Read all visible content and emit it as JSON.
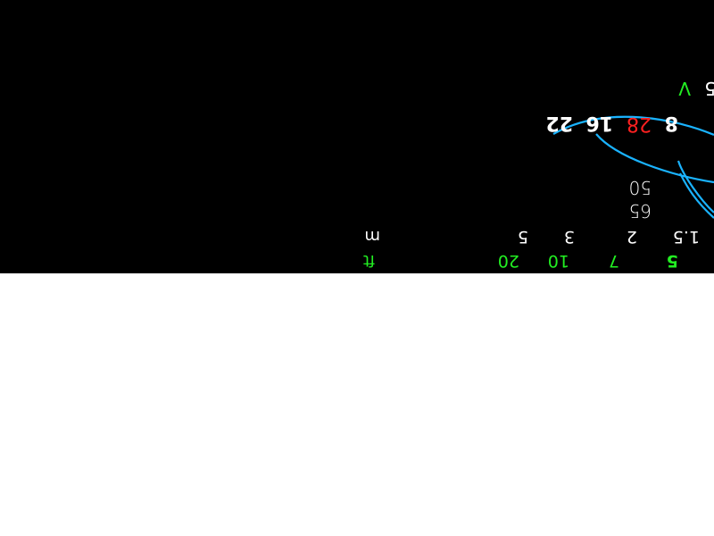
{
  "colors": {
    "background": "#000000",
    "page": "#ffffff",
    "aperture_default": "#ffffff",
    "aperture_highlight": "#ff2020",
    "depth_of_field_lines": "#1ab3ff",
    "feet_scale": "#22ee22",
    "metre_scale": "#ffffff",
    "index_mark": "#22ee22"
  },
  "index_mark": {
    "glyph": "V",
    "partial": "5"
  },
  "aperture_scale": [
    "8",
    "28",
    "16",
    "22"
  ],
  "focal_lengths": [
    "50",
    "65"
  ],
  "metre_scale": {
    "values": [
      "1.5",
      "2",
      "3",
      "5"
    ],
    "unit": "m"
  },
  "feet_scale": {
    "values": [
      "5",
      "7",
      "10",
      "20"
    ],
    "unit": "ft"
  }
}
